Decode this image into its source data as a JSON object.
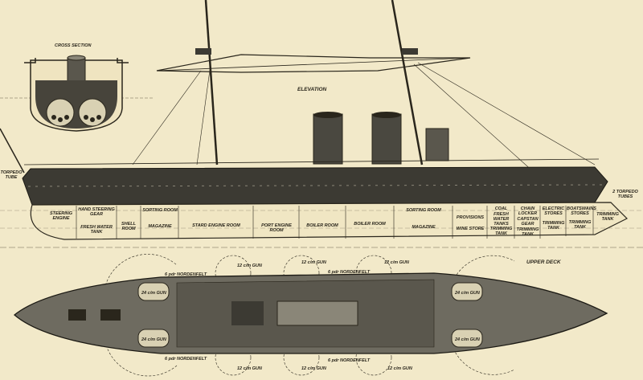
{
  "titles": {
    "cross_section": "CROSS SECTION",
    "elevation": "ELEVATION",
    "upper_deck": "UPPER DECK"
  },
  "elevation_labels": {
    "torpedo_tube_aft": "TORPEDO TUBE",
    "torpedo_tubes_fwd": "2 TORPEDO TUBES"
  },
  "compartments": [
    "STEERING ENGINE",
    "HAND STEERING GEAR",
    "FRESH WATER TANK",
    "SHELL ROOM",
    "SORTING ROOM",
    "MAGAZINE",
    "STARD ENGINE ROOM",
    "PORT ENGINE ROOM",
    "BOILER ROOM",
    "BOILER ROOM",
    "SORTING ROOM",
    "MAGAZINE",
    "PROVISIONS",
    "WINE STORE",
    "COAL",
    "FRESH WATER TANKS",
    "TRIMMING TANK",
    "CHAIN LOCKER",
    "CAPSTAN GEAR",
    "TRIMMING TANK",
    "ELECTRIC STORES",
    "TRIMMING TANK",
    "BOATSWAINS STORES",
    "TRIMMING TANK",
    "TRIMMING TANK"
  ],
  "deck_labels": {
    "gun_24": "24 c/m GUN",
    "gun_12": "12 c/m GUN",
    "nordenfelt": "6 pdr NORDENFELT"
  },
  "colors": {
    "paper": "#f2e9c9",
    "ink": "#2a261c",
    "hull": "#3c3a33",
    "deck": "#6e6b60"
  }
}
